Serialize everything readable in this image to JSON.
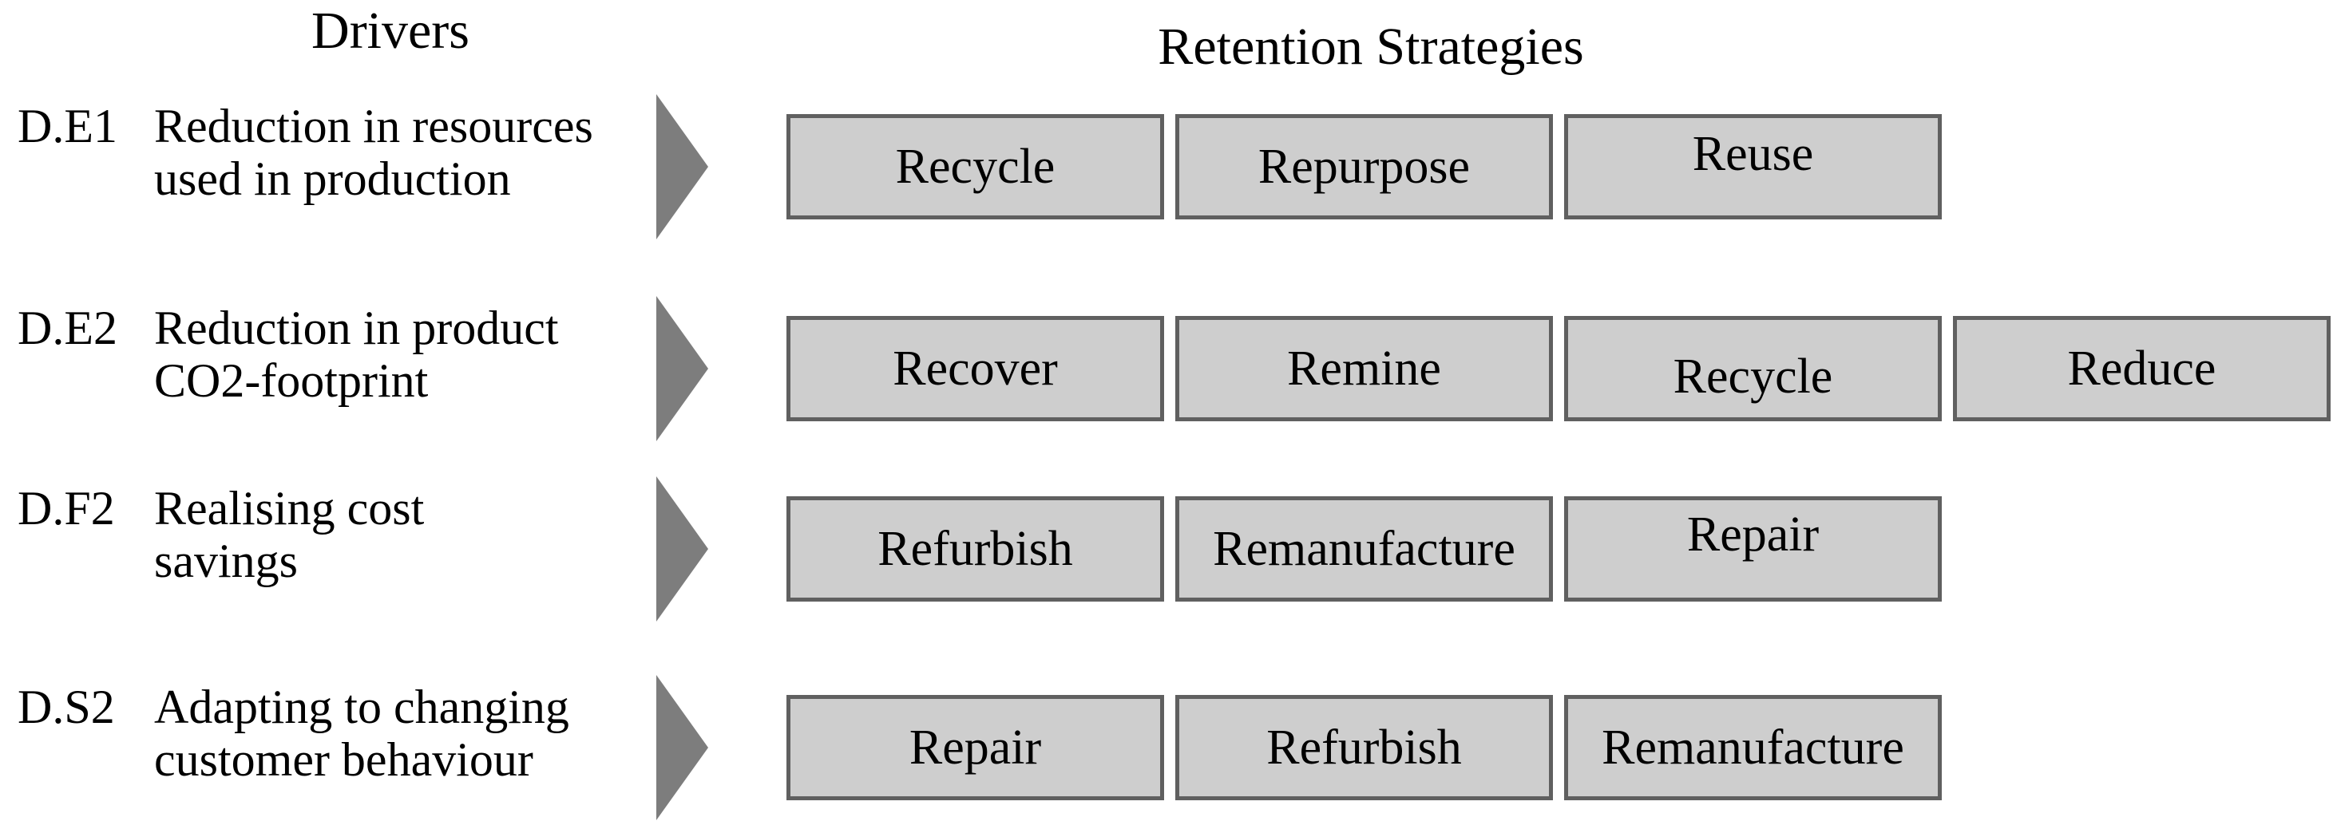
{
  "headers": {
    "drivers": "Drivers",
    "strategies": "Retention Strategies"
  },
  "rows": [
    {
      "code": "D.E1",
      "driver_lines": [
        "Reduction in resources",
        "used in production"
      ],
      "strategies": [
        "Recycle",
        "Repurpose",
        "Reuse"
      ]
    },
    {
      "code": "D.E2",
      "driver_lines": [
        "Reduction in product",
        "CO2-footprint"
      ],
      "strategies": [
        "Recover",
        "Remine",
        "Recycle",
        "Reduce"
      ]
    },
    {
      "code": "D.F2",
      "driver_lines": [
        "Realising cost",
        "savings"
      ],
      "strategies": [
        "Refurbish",
        "Remanufacture",
        "Repair"
      ]
    },
    {
      "code": "D.S2",
      "driver_lines": [
        "Adapting to changing",
        "customer behaviour"
      ],
      "strategies": [
        "Repair",
        "Refurbish",
        "Remanufacture"
      ]
    }
  ],
  "colors": {
    "background": "#ffffff",
    "text": "#000000",
    "box_fill": "#cecece",
    "box_border": "#606060",
    "arrow": "#7d7d7d"
  }
}
